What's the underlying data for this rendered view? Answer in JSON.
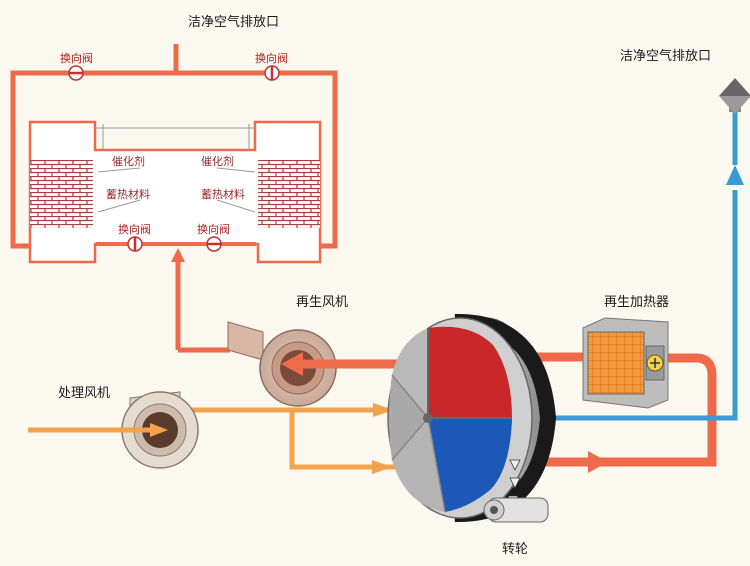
{
  "labels": {
    "clean_air_exhaust_top": "洁净空气排放口",
    "clean_air_exhaust_right": "洁净空气排放口",
    "valve_top_left": "换向阀",
    "valve_top_right": "换向阀",
    "valve_bottom_left": "换向阀",
    "valve_bottom_right": "换向阀",
    "catalyst_left": "催化剂",
    "catalyst_right": "催化剂",
    "heat_storage_left": "蓄热材料",
    "heat_storage_right": "蓄热材料",
    "regen_fan": "再生风机",
    "process_fan": "处理风机",
    "regen_heater": "再生加热器",
    "rotor": "转轮"
  },
  "colors": {
    "background": "#fbf8ef",
    "hot_air": "#ef6a4a",
    "process_air": "#f3a24d",
    "clean_air": "#3a9ad6",
    "rotor_red": "#c8282a",
    "rotor_blue": "#1d57b8",
    "brick": "#a84040"
  },
  "icons": {
    "heater_plus": "plus-icon",
    "chimney": "exhaust-cap-icon"
  }
}
